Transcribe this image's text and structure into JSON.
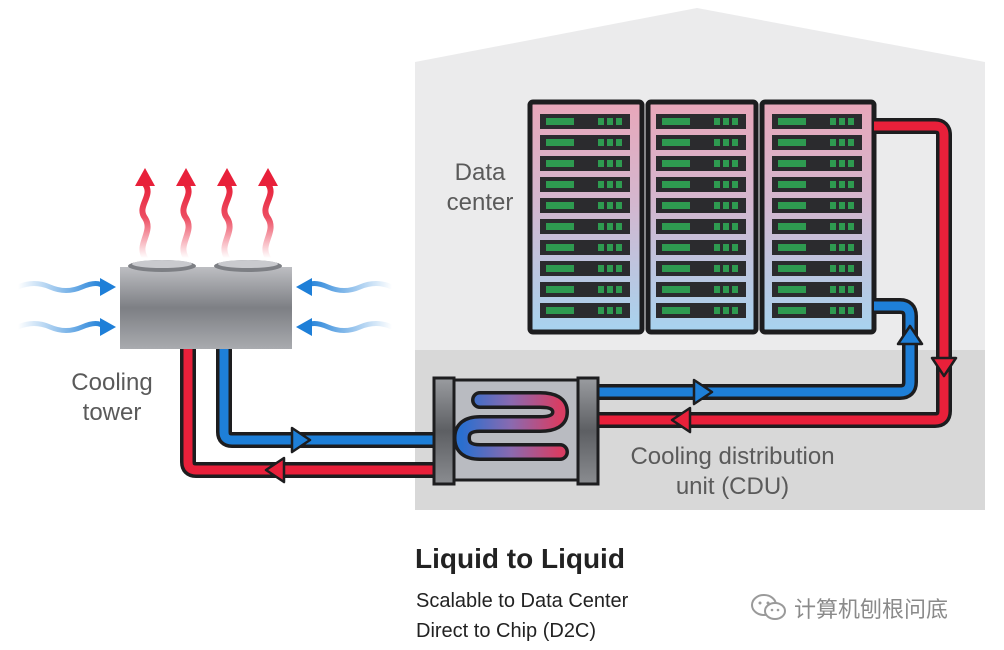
{
  "labels": {
    "data_center": [
      "Data",
      "center"
    ],
    "cooling_tower": [
      "Cooling",
      "tower"
    ],
    "cdu": [
      "Cooling distribution",
      "unit (CDU)"
    ]
  },
  "title": "Liquid to Liquid",
  "subtitle_lines": [
    "Scalable to Data Center",
    "Direct to Chip (D2C)"
  ],
  "watermark": {
    "text": "计算机刨根问底",
    "icon": "wechat-icon"
  },
  "colors": {
    "hot": "#e8203a",
    "cold": "#1e7fd8",
    "building": "#ebebec",
    "building_lower": "#d8d8d8",
    "server_led": "#2e9a50"
  },
  "icons": [
    "heat-wave-arrow-icon",
    "air-flow-arrow-icon",
    "flow-direction-arrow-icon"
  ]
}
